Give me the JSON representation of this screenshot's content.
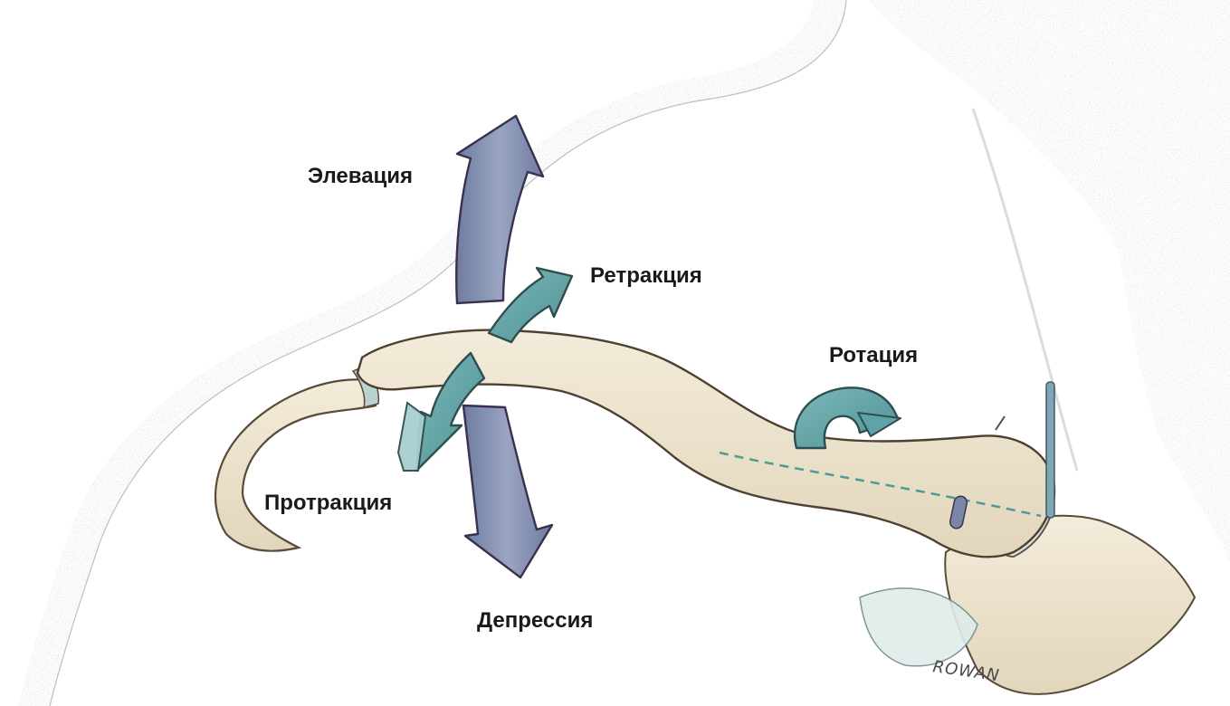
{
  "labels": {
    "elevation": "Элевация",
    "retraction": "Ретракция",
    "rotation": "Ротация",
    "protraction": "Протракция",
    "depression": "Депрессия"
  },
  "signature": "ROWAN",
  "colors": {
    "skin_stipple": "#9aa3ad",
    "bone_fill": "#efe6d2",
    "bone_outline": "#5a4a3a",
    "arrow_vertical": "#7b88ab",
    "arrow_horizontal": "#63a5a7",
    "joint": "#b9d3d0",
    "axis_dashed": "#4f9a96"
  },
  "icons": {
    "elevation_arrow": "curved-up-arrow",
    "retraction_arrow": "curved-right-arrow",
    "protraction_arrow": "curved-left-arrow",
    "depression_arrow": "down-arrow",
    "rotation_arrow": "circular-rotation-arrow"
  }
}
